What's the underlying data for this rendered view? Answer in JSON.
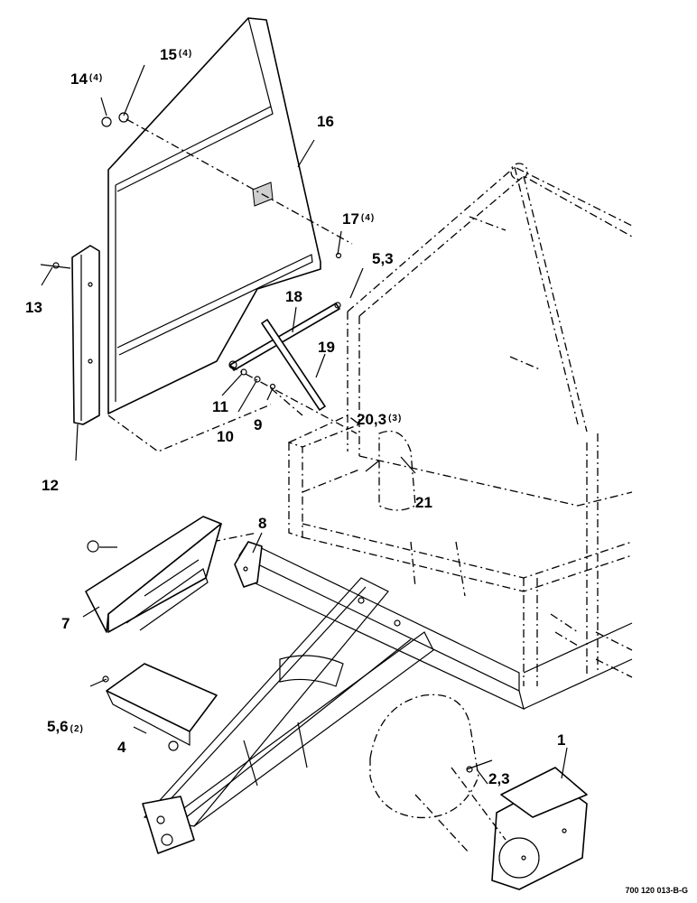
{
  "drawing_code": "700 120 013-B-G",
  "callouts": [
    {
      "id": "c1",
      "label": "1",
      "qty": ""
    },
    {
      "id": "c2",
      "label": "2,3",
      "qty": ""
    },
    {
      "id": "c4",
      "label": "4",
      "qty": ""
    },
    {
      "id": "c5",
      "label": "5,6",
      "qty": "(2)"
    },
    {
      "id": "c7",
      "label": "7",
      "qty": ""
    },
    {
      "id": "c8",
      "label": "8",
      "qty": ""
    },
    {
      "id": "c9",
      "label": "9",
      "qty": ""
    },
    {
      "id": "c10",
      "label": "10",
      "qty": ""
    },
    {
      "id": "c11",
      "label": "11",
      "qty": ""
    },
    {
      "id": "c12",
      "label": "12",
      "qty": ""
    },
    {
      "id": "c13",
      "label": "13",
      "qty": ""
    },
    {
      "id": "c14",
      "label": "14",
      "qty": "(4)"
    },
    {
      "id": "c15",
      "label": "15",
      "qty": "(4)"
    },
    {
      "id": "c16",
      "label": "16",
      "qty": ""
    },
    {
      "id": "c17",
      "label": "17",
      "qty": "(4)"
    },
    {
      "id": "c18",
      "label": "18",
      "qty": ""
    },
    {
      "id": "c19",
      "label": "19",
      "qty": ""
    },
    {
      "id": "c20",
      "label": "20,3",
      "qty": "(3)"
    },
    {
      "id": "c21",
      "label": "21",
      "qty": ""
    },
    {
      "id": "c53",
      "label": "5,3",
      "qty": ""
    }
  ]
}
